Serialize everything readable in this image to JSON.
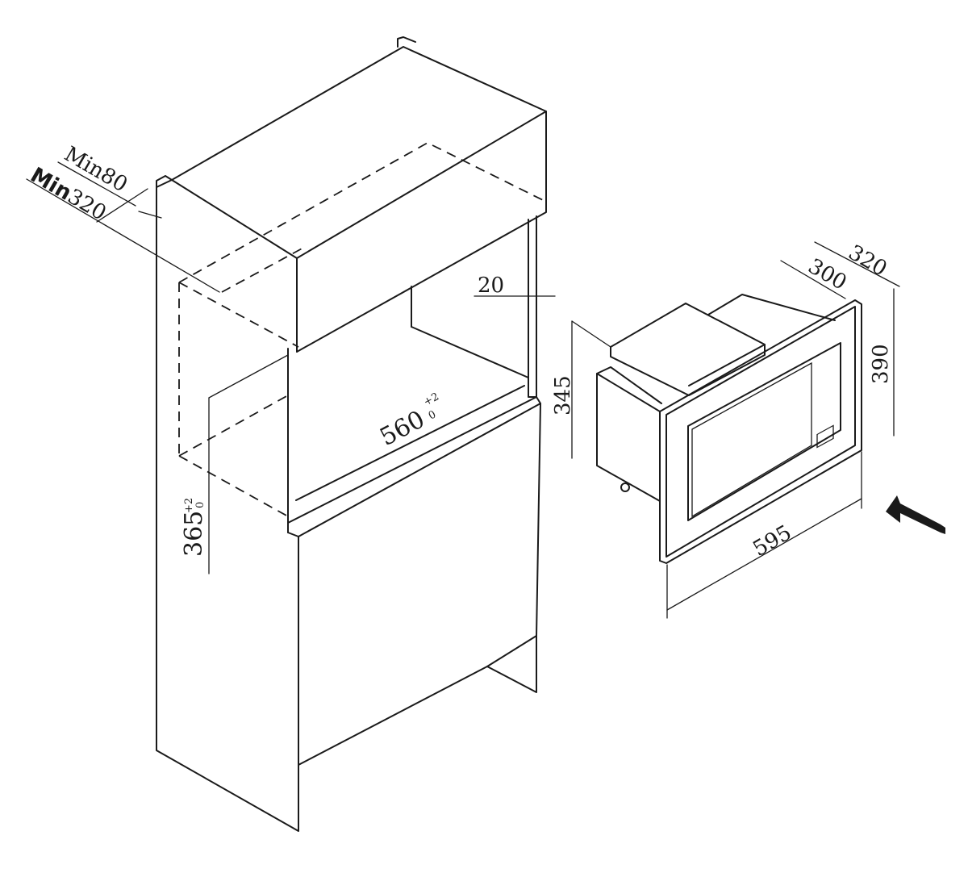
{
  "dimensions": {
    "min80": "Min80",
    "min320_prefix": "Min",
    "min320_value": "320",
    "gap_20": "20",
    "width_560": "560",
    "tol_560_upper": "+2",
    "tol_560_lower": "0",
    "height_365": "365",
    "tol_365_upper": "+2",
    "tol_365_lower": "0",
    "depth_320": "320",
    "depth_300": "300",
    "height_390": "390",
    "height_345": "345",
    "width_595": "595"
  },
  "icons": {
    "insert_arrow": "insert-direction-arrow"
  },
  "colors": {
    "line": "#1a1a1a",
    "background": "#ffffff"
  }
}
